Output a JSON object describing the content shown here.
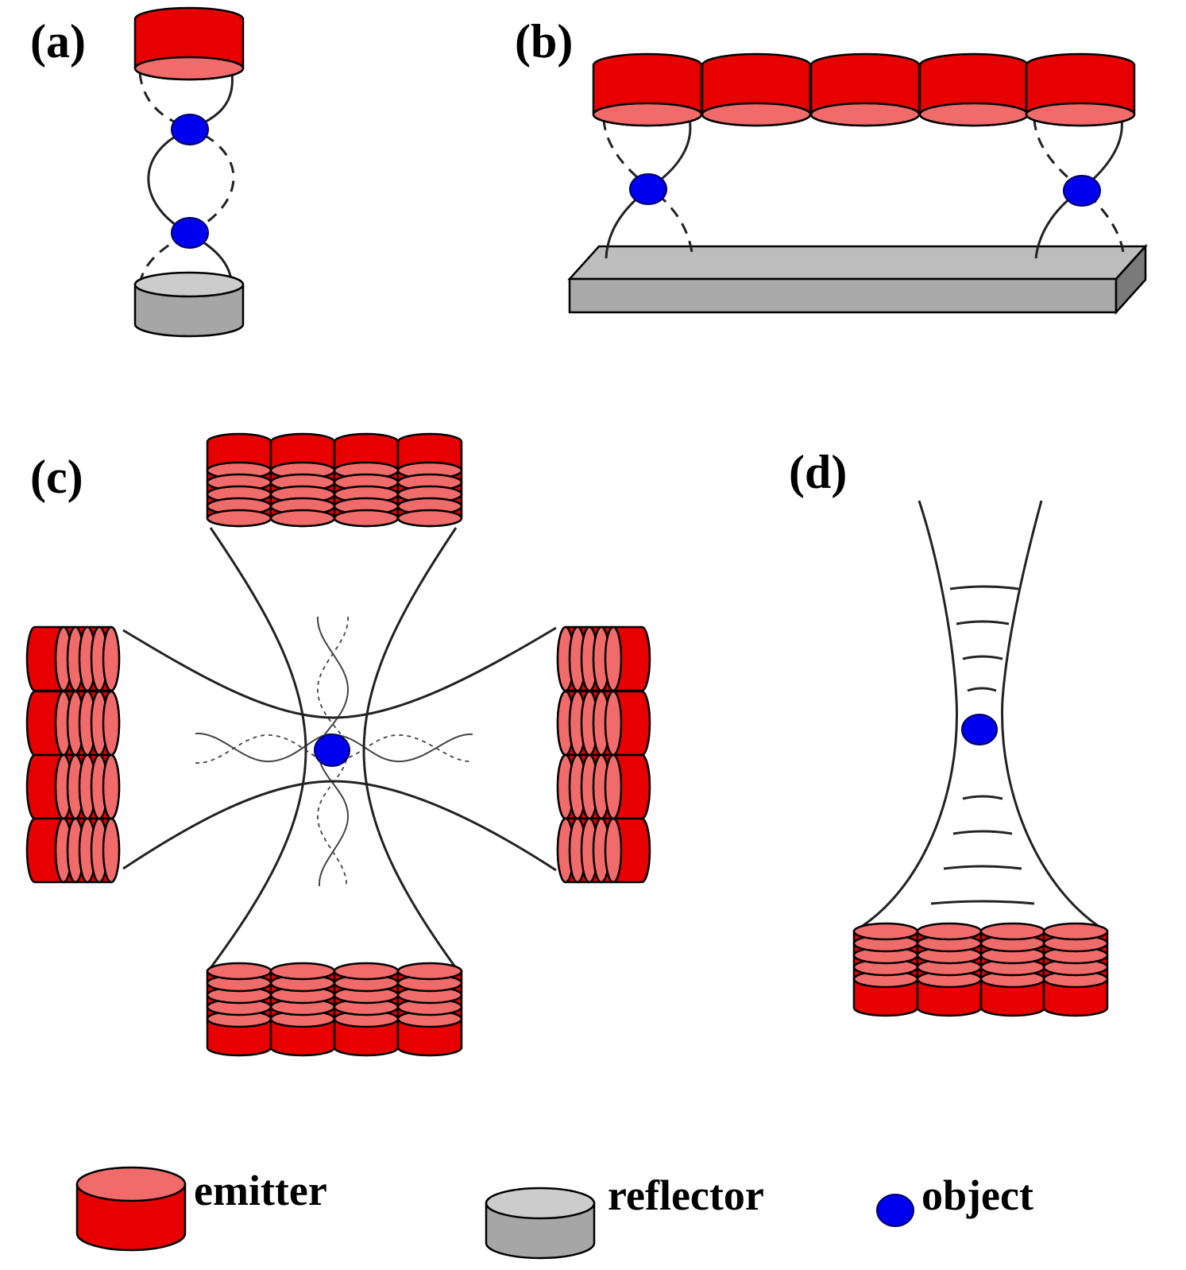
{
  "panels": {
    "a": "(a)",
    "b": "(b)",
    "c": "(c)",
    "d": "(d)"
  },
  "legend": {
    "emitter": "emitter",
    "reflector": "reflector",
    "object": "object"
  },
  "colors": {
    "emitter_side": "#e60000",
    "emitter_face": "#f26b6b",
    "reflector_side": "#a6a6a6",
    "reflector_face": "#cccccc",
    "object": "#0000ee",
    "object_stroke": "#000066"
  }
}
